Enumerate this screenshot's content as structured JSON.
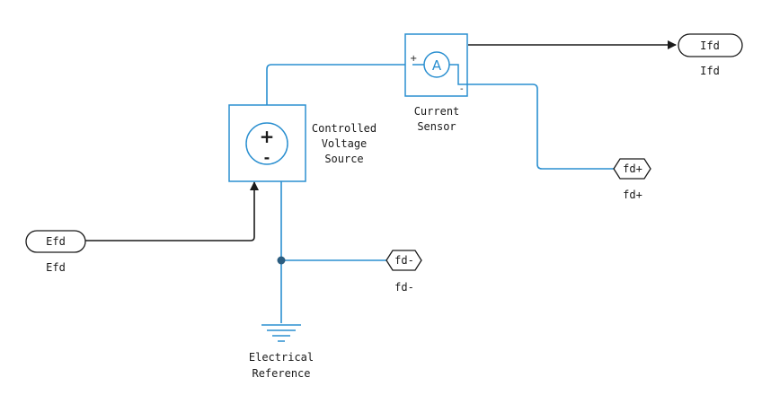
{
  "blocks": {
    "voltage_source": {
      "label_lines": [
        "Controlled",
        "Voltage",
        "Source"
      ],
      "plus": "+",
      "minus": "-"
    },
    "current_sensor": {
      "label_lines": [
        "Current",
        "Sensor"
      ],
      "symbol": "A",
      "plus": "+",
      "minus": "-"
    },
    "electrical_reference": {
      "label_lines": [
        "Electrical",
        "Reference"
      ]
    }
  },
  "ports": {
    "efd_in": {
      "text": "Efd",
      "label": "Efd"
    },
    "ifd_out": {
      "text": "Ifd",
      "label": "Ifd"
    },
    "fd_plus": {
      "text": "fd+",
      "label": "fd+"
    },
    "fd_minus": {
      "text": "fd-",
      "label": "fd-"
    }
  },
  "colors": {
    "electrical_wire": "#2a8fd0",
    "signal_wire": "#1a1a1a",
    "block_border": "#2a8fd0",
    "junction": "#2b5d80"
  }
}
